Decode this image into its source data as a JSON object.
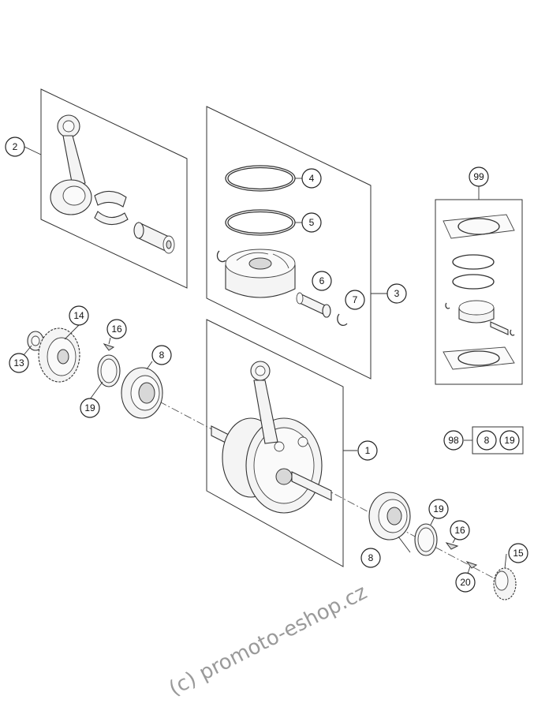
{
  "callouts": {
    "c1": "1",
    "c2": "2",
    "c3": "3",
    "c4": "4",
    "c5": "5",
    "c6": "6",
    "c7": "7",
    "c8a": "8",
    "c8b": "8",
    "c8c": "8",
    "c13": "13",
    "c14": "14",
    "c15": "15",
    "c16a": "16",
    "c16b": "16",
    "c19a": "19",
    "c19b": "19",
    "c19c": "19",
    "c20": "20",
    "c98": "98",
    "c99": "99"
  },
  "watermark": "(c) promoto-eshop.cz"
}
